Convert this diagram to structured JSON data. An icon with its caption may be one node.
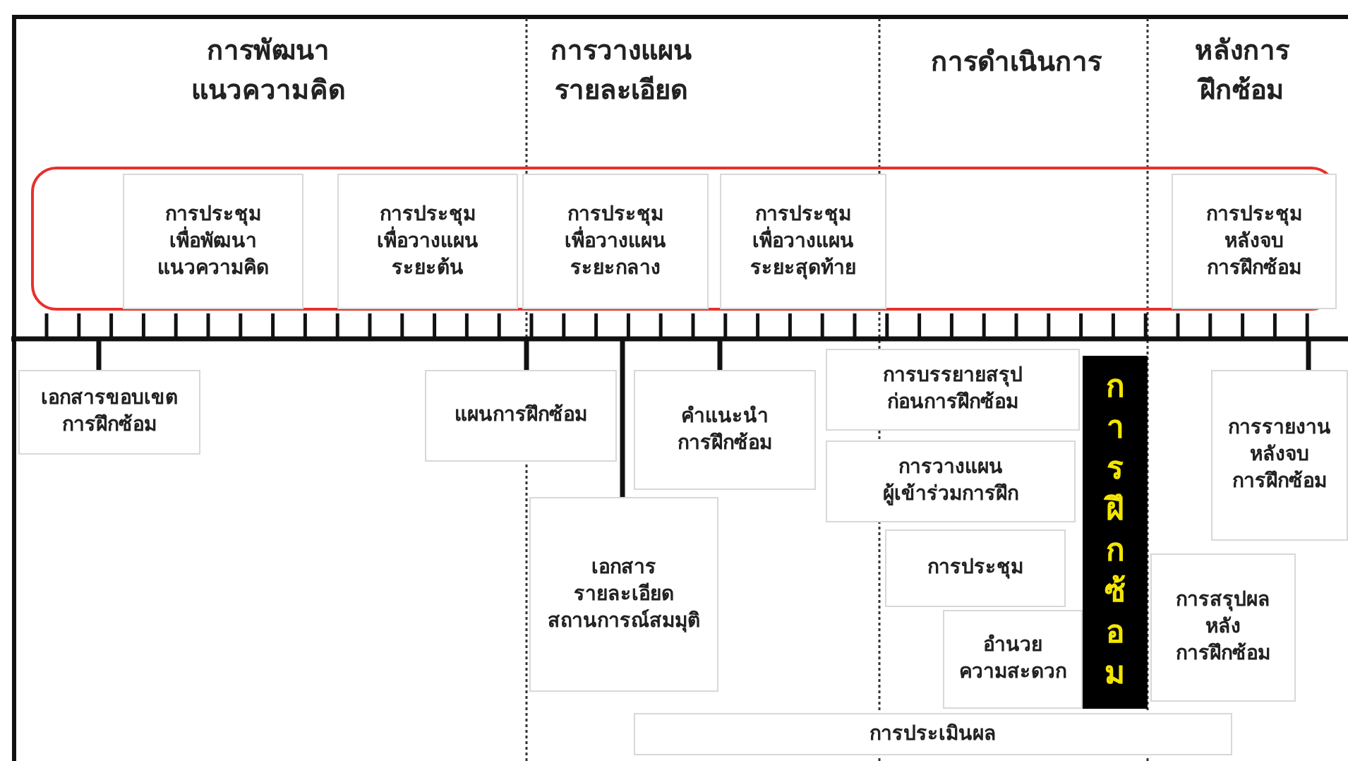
{
  "diagram": {
    "nodes": [
      {
        "text": [],
        "shape": "box"
      },
      {
        "text": [
          "การประชุม เพื่อพัฒนา แนวความคิด"
        ],
        "in": 0
      },
      {
        "text": [
          "การประชุม เพื่อวางแผน ระยะต้น"
        ],
        "in": 0
      },
      {
        "text": [
          "การประชุม เพื่อวางแผน ระยะกลาง"
        ],
        "in": 0
      },
      {
        "text": [
          "การประชุม เพื่อวางแผน ระยะสุดท้าย"
        ],
        "in": 0
      },
      {
        "text": [
          "การประชุม หลังจบ การฝึกซ้อม"
        ],
        "in": 0
      },
      {
        "text": [],
        "shape": "bar"
      },
      {
        "text": [
          "เอกสารขอบเขต การฝึกซ้อม"
        ]
      },
      {
        "text": [
          "แผนการฝึกซ้อม"
        ]
      },
      {
        "text": [
          "คำแนะนำ การฝึกซ้อม"
        ]
      },
      {
        "text": [
          "การบรรยายสรุป ก่อนการฝึกซ้อม"
        ]
      },
      {
        "text": [
          "เอกสาร รายละเอียด สถานการณ์สมมุติ"
        ]
      },
      {
        "text": [
          "การวางแผน ผู้เข้าร่วมการฝึก"
        ]
      },
      {
        "text": [
          "การฝึกซ้อม"
        ]
      },
      {
        "text": [
          "การรายงาน หลังจบ การฝึกซ้อม"
        ]
      },
      {
        "text": [
          "การประชุม"
        ]
      },
      {
        "text": [
          "การสรุปผล หลัง การฝึกซ้อม"
        ]
      },
      {
        "text": [
          "อำนวย ความสะดวก"
        ]
      },
      {
        "text": [
          "การประเมินผล"
        ]
      }
    ],
    "edges": [
      {
        "from": 6,
        "to": 7,
        "arrow": "none"
      },
      {
        "from": 6,
        "to": 8,
        "arrow": "none"
      },
      {
        "from": 6,
        "to": 11,
        "arrow": "none"
      },
      {
        "from": 6,
        "to": 9,
        "arrow": "none"
      },
      {
        "from": 6,
        "to": 14,
        "arrow": "none"
      }
    ],
    "labels": [
      "การพัฒนา แนวความคิด",
      "การวางแผน รายละเอียด",
      "การดำเนินการ",
      "หลังการ ฝึกซ้อม"
    ]
  }
}
